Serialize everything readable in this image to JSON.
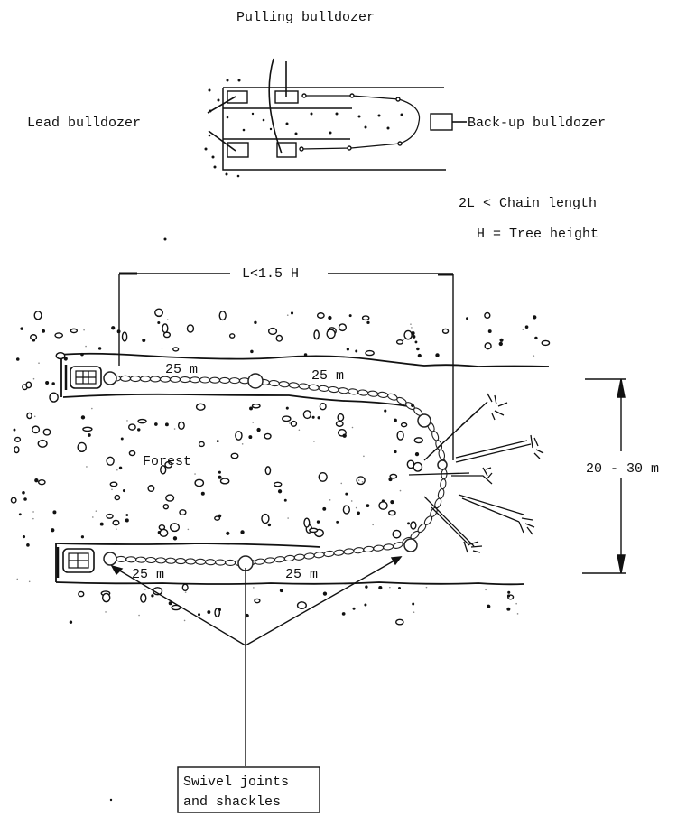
{
  "top_diagram": {
    "labels": {
      "pulling": "Pulling bulldozer",
      "lead": "Lead bulldozer",
      "backup": "Back-up bulldozer",
      "chain_rule": "2L < Chain length",
      "height_def": "H =  Tree height"
    }
  },
  "main_diagram": {
    "span_label": "L<1.5 H",
    "forest_label": "Forest",
    "chain_segments": {
      "top_left": "25 m",
      "top_right": "25 m",
      "bottom_left": "25 m",
      "bottom_right": "25 m"
    },
    "width_label": "20 - 30 m",
    "callout": {
      "line1": "Swivel joints",
      "line2": "and shackles"
    }
  }
}
